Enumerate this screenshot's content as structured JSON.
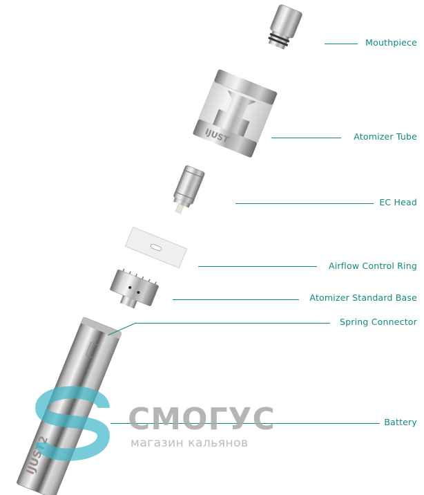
{
  "diagram": {
    "type": "exploded-view",
    "accent_color": "#0f8a78",
    "components": [
      {
        "label": "Mouthpiece"
      },
      {
        "label": "Atomizer Tube"
      },
      {
        "label": "EC Head"
      },
      {
        "label": "Airflow Control Ring"
      },
      {
        "label": "Atomizer Standard Base"
      },
      {
        "label": "Spring Connector"
      },
      {
        "label": "Battery"
      }
    ],
    "engravings": {
      "tube": "IJUST",
      "battery": "IJUST2"
    }
  },
  "watermark": {
    "title": "СМОГУС",
    "subtitle": "магазин кальянов",
    "logo_color": "#3fb6c9"
  }
}
